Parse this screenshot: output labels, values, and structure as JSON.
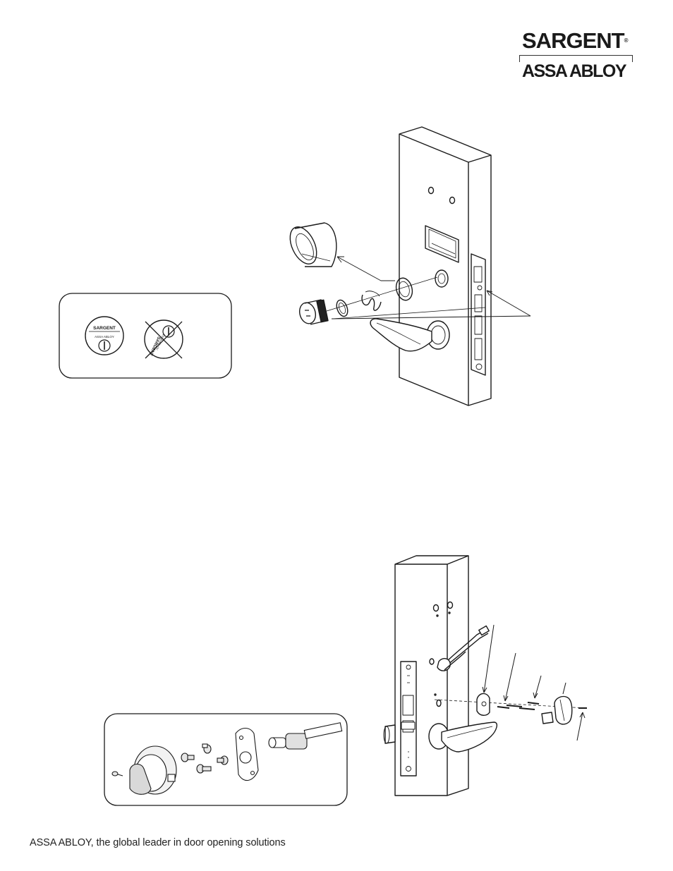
{
  "brand": {
    "name": "SARGENT",
    "registered_mark": "®",
    "parent": "ASSA ABLOY"
  },
  "cylinder_callout": {
    "correct_face_brand": "SARGENT",
    "correct_face_parent": "ASSA ABLOY",
    "incorrect_face_brand": "SARGENT",
    "incorrect_face_parent": "ASSA ABLOY"
  },
  "footer": {
    "tagline": "ASSA ABLOY, the global leader in door opening solutions"
  }
}
